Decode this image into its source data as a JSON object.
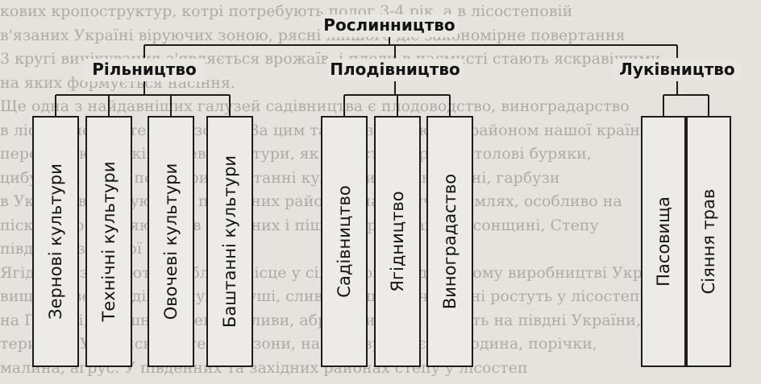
{
  "root": {
    "label": "Рослинництво"
  },
  "branches": [
    {
      "label": "Рільництво",
      "leaves": [
        "Зернові культури",
        "Технічні культури",
        "Овочеві культури",
        "Баштанні культури"
      ]
    },
    {
      "label": "Плодівництво",
      "leaves": [
        "Садівництво",
        "Ягідництво",
        "Виноградаство"
      ]
    },
    {
      "label": "Луківництво",
      "leaves": [
        "Пасовища",
        "Сіяння трав"
      ]
    }
  ],
  "background_lines": [
    "кових кропоструктур, котрі потребують полог 3-4 рік, а в лісостеповій",
    "в'язаних Україні віруючих зоною, рясні ліпшого діє закономірне повертання",
    "3 кругі вичікування з'являється врожаїв, і плоди в пасмисті стають яскравішими",
    "на яких формується насіння.",
    "      Ще одна з найдавніших галузей садівництва є плодоводство, виноградарство",
    "в лісостеповій степовій зонах. За цим також зростаючим районом нашої країни",
    "переважають такі овочеві культури, як капуста, морква, столові буряки,",
    "цибуля та ранні помідори. Баштанні культури, кавуни, дині, гарбузи",
    "в Україні вирощують на південних районах, на сипучих землях, особливо на",
    "пісках, що з'являються в цілинних і піщаних районах, Херсонщині, Степу",
    "південно-західної зони.",
    "      Ягідники займають особливе місце у сільськогосподарському виробництві України",
    "вищий рівень садів. Яблуні, груші, сливи, вишні та черешні ростуть у лісостепу",
    "на Поліссі, а вишні, черешні, сливи, абрикоси, айва ростуть на півдні України,",
    "території Української степової зони, на ниві зростає смородина, порічки,",
    "малина, аґрус. У південних та західних районах степу у лісостеп"
  ]
}
